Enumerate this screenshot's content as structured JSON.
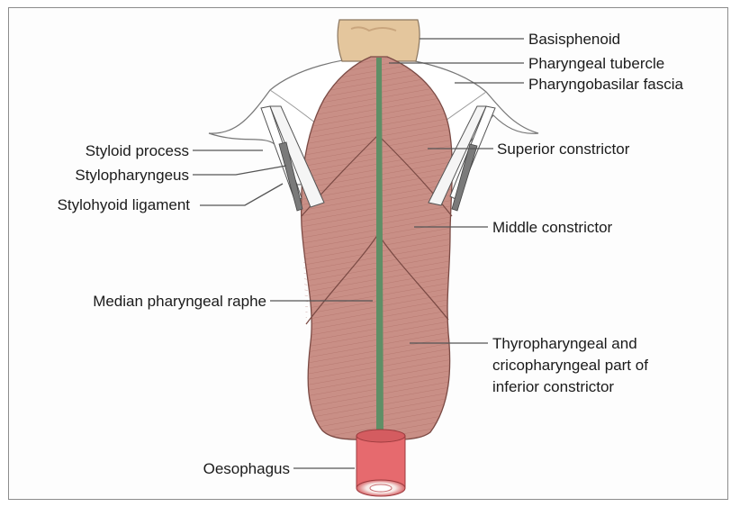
{
  "labels": {
    "basisphenoid": "Basisphenoid",
    "pharyngeal_tubercle": "Pharyngeal tubercle",
    "pharyngobasilar_fascia": "Pharyngobasilar fascia",
    "styloid_process": "Styloid process",
    "stylopharyngeus": "Stylopharyngeus",
    "stylohyoid_ligament": "Stylohyoid ligament",
    "superior_constrictor": "Superior constrictor",
    "middle_constrictor": "Middle constrictor",
    "median_pharyngeal_raphe": "Median pharyngeal raphe",
    "inferior_constrictor_line1": "Thyropharyngeal and",
    "inferior_constrictor_line2": "cricopharyngeal part of",
    "inferior_constrictor_line3": "inferior constrictor",
    "oesophagus": "Oesophagus"
  },
  "colors": {
    "muscle": "#c98f86",
    "muscle_fiber": "#9e5d55",
    "raphe": "#5f8f66",
    "bone": "#e6c9a3",
    "oesophagus": "#e66a6e",
    "fascia": "#ffffff"
  }
}
